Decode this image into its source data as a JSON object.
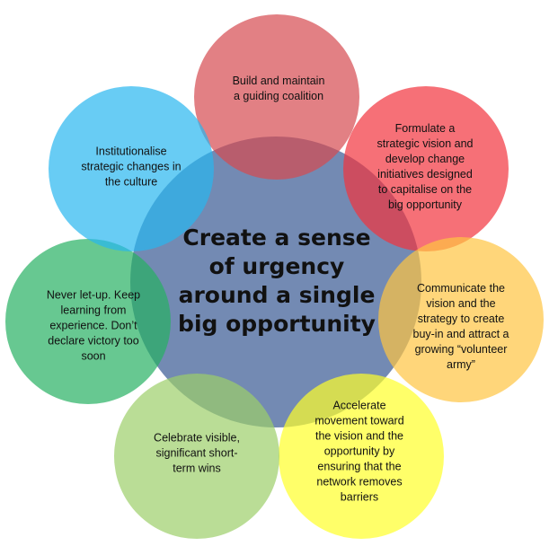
{
  "center": {
    "text": "Create a sense\nof urgency\naround a single\nbig opportunity",
    "color": "#5a76a6"
  },
  "steps": [
    {
      "text": "Build and maintain\na guiding coalition",
      "color": "#d64a50"
    },
    {
      "text": "Formulate a\nstrategic vision and\ndevelop change\ninitiatives designed\nto capitalise on the\nbig opportunity",
      "color": "#f2333d"
    },
    {
      "text": "Communicate the\nvision and the\nstrategy to create\nbuy-in and attract a\ngrowing “volunteer\narmy”",
      "color": "#ffc542"
    },
    {
      "text": "Accelerate\nmovement toward\nthe vision and the\nopportunity  by\nensuring that the\nnetwork removes\nbarriers",
      "color": "#ffff2a"
    },
    {
      "text": "Celebrate visible,\nsignificant short-\nterm wins",
      "color": "#9dcf6a"
    },
    {
      "text": "Never let-up. Keep\nlearning from\nexperience. Don’t\ndeclare victory too\nsoon",
      "color": "#27b063"
    },
    {
      "text": "Institutionalise\nstrategic changes in\nthe culture",
      "color": "#28b6f0"
    }
  ]
}
